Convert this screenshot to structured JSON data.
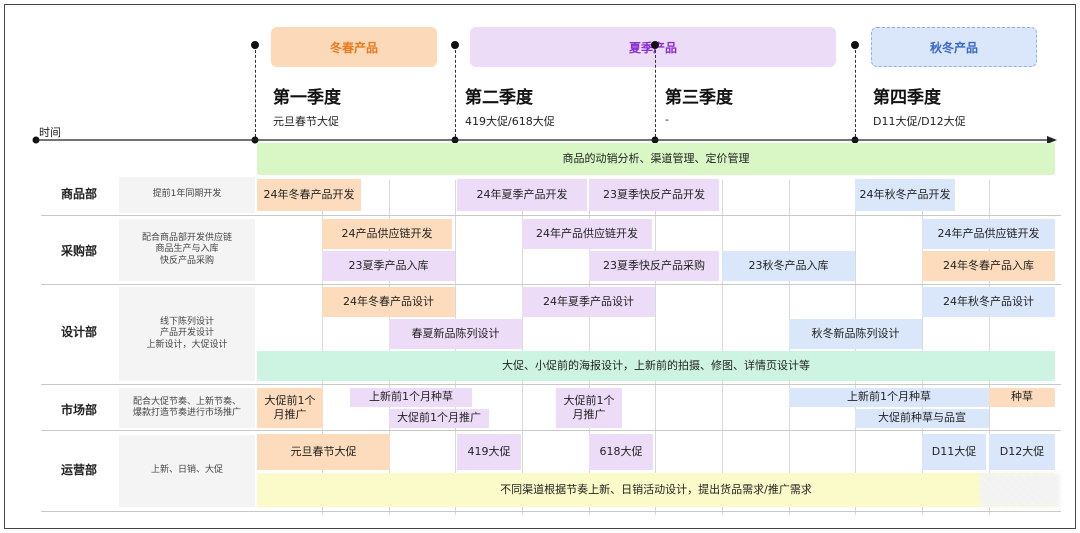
{
  "time_label": "时间",
  "seasons": {
    "winter_spring": "冬春产品",
    "summer": "夏季产品",
    "autumn_winter": "秋冬产品"
  },
  "quarters": [
    {
      "title": "第一季度",
      "sub": "元旦春节大促"
    },
    {
      "title": "第二季度",
      "sub": "419大促/618大促"
    },
    {
      "title": "第三季度",
      "sub": "-"
    },
    {
      "title": "第四季度",
      "sub": "D11大促/D12大促"
    }
  ],
  "global_bar": "商品的动销分析、渠道管理、定价管理",
  "departments": {
    "product": {
      "name": "商品部",
      "desc": "提前1年同期开发",
      "tasks": [
        "24年冬春产品开发",
        "24年夏季产品开发",
        "23夏季快反产品开发",
        "24年秋冬产品开发"
      ]
    },
    "purchase": {
      "name": "采购部",
      "desc": "配合商品部开发供应链\n商品生产与入库\n快反产品采购",
      "tasks": [
        "24产品供应链开发",
        "24年产品供应链开发",
        "24年产品供应链开发",
        "23夏季产品入库",
        "23夏季快反产品采购",
        "23秋冬产品入库",
        "24年冬春产品入库"
      ]
    },
    "design": {
      "name": "设计部",
      "desc": "线下陈列设计\n产品开发设计\n上新设计，大促设计",
      "tasks": [
        "24年冬春产品设计",
        "24年夏季产品设计",
        "24年秋冬产品设计",
        "春夏新品陈列设计",
        "秋冬新品陈列设计"
      ],
      "bar": "大促、小促前的海报设计，上新前的拍摄、修图、详情页设计等"
    },
    "market": {
      "name": "市场部",
      "desc": "配合大促节奏、上新节奏、\n爆款打造节奏进行市场推广",
      "tasks": [
        "大促前1个\n月推广",
        "上新前1个月种草",
        "大促前1个月推广",
        "大促前1个\n月推广",
        "上新前1个月种草",
        "种草",
        "大促前种草与品宣"
      ]
    },
    "ops": {
      "name": "运营部",
      "desc": "上新、日销、大促",
      "tasks": [
        "元旦春节大促",
        "419大促",
        "618大促",
        "D11大促",
        "D12大促"
      ],
      "bar": "不同渠道根据节奏上新、日销活动设计，提出货品需求/推广需求"
    }
  },
  "colors": {
    "orange": "#fcdcbc",
    "purple": "#ecdcf7",
    "blue": "#dae6fa",
    "green": "#d9f7c4",
    "mint": "#cdf3e2",
    "yellow": "#fbfbc9"
  }
}
